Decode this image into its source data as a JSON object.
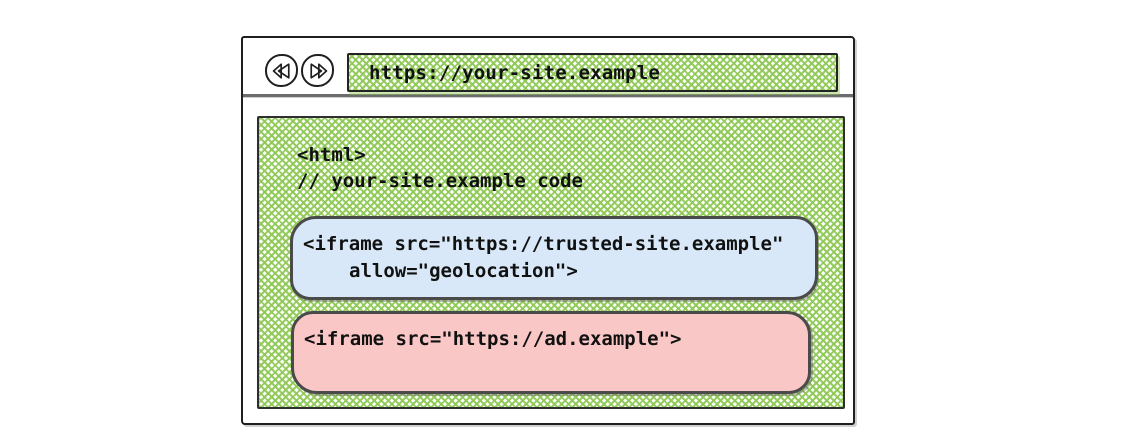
{
  "browser": {
    "url": "https://your-site.example"
  },
  "page_code": {
    "line1": "<html>",
    "line2": "// your-site.example code"
  },
  "trusted_iframe": {
    "line1": "<iframe src=\"https://trusted-site.example\"",
    "line2": "allow=\"geolocation\">"
  },
  "ad_iframe": {
    "line1": "<iframe src=\"https://ad.example\">"
  },
  "colors": {
    "hatch_green": "#8ec855",
    "trusted_fill": "#d8e8f8",
    "ad_fill": "#f9c8c6",
    "window_border": "#1f1f1f",
    "text": "#111111"
  }
}
